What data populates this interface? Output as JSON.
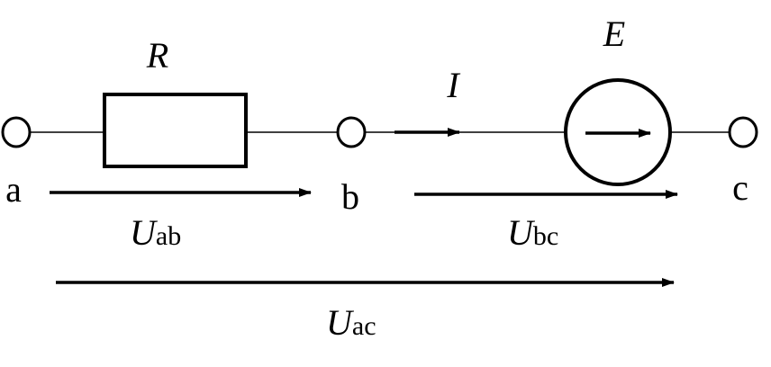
{
  "circuit": {
    "resistor_label": "R",
    "current_label": "I",
    "source_label": "E",
    "nodes": {
      "a": "a",
      "b": "b",
      "c": "c"
    },
    "voltages": {
      "ab": {
        "symbol": "U",
        "subscript": "ab"
      },
      "bc": {
        "symbol": "U",
        "subscript": "bc"
      },
      "ac": {
        "symbol": "U",
        "subscript": "ac"
      }
    }
  },
  "colors": {
    "stroke": "#000000",
    "background": "#ffffff"
  }
}
